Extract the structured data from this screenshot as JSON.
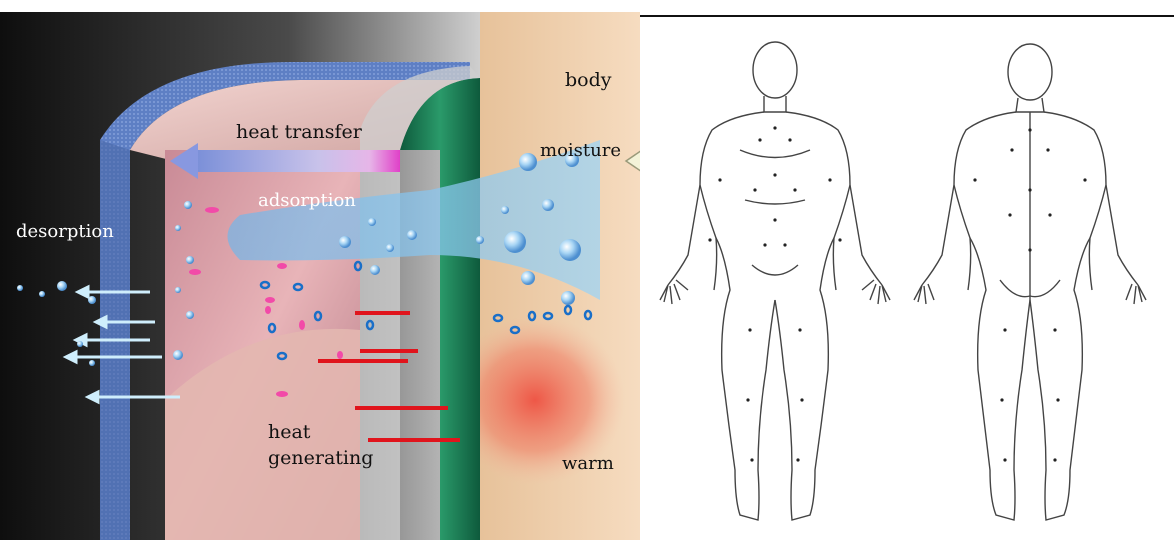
{
  "left_panel": {
    "labels": {
      "body": "body",
      "heat_transfer": "heat transfer",
      "moisture": "moisture",
      "adsorption": "adsorption",
      "desorption": "desorption",
      "heat_generating_line1": "heat",
      "heat_generating_line2": "generating",
      "warm": "warm"
    },
    "colors": {
      "background_dark": "#1a1a1a",
      "fabric_blue": "#5e7fc4",
      "fabric_pink": "#e9c4c0",
      "fabric_green": "#1f7a55",
      "skin": "#f0cfa9",
      "warm_glow": "#ef5a4a",
      "heat_bars": "#e0141c",
      "moisture_stream": "#8ec9f0"
    }
  },
  "right_panel": {
    "figures": [
      "front-view-body",
      "back-view-body"
    ],
    "colors": {
      "outline": "#444444"
    }
  }
}
